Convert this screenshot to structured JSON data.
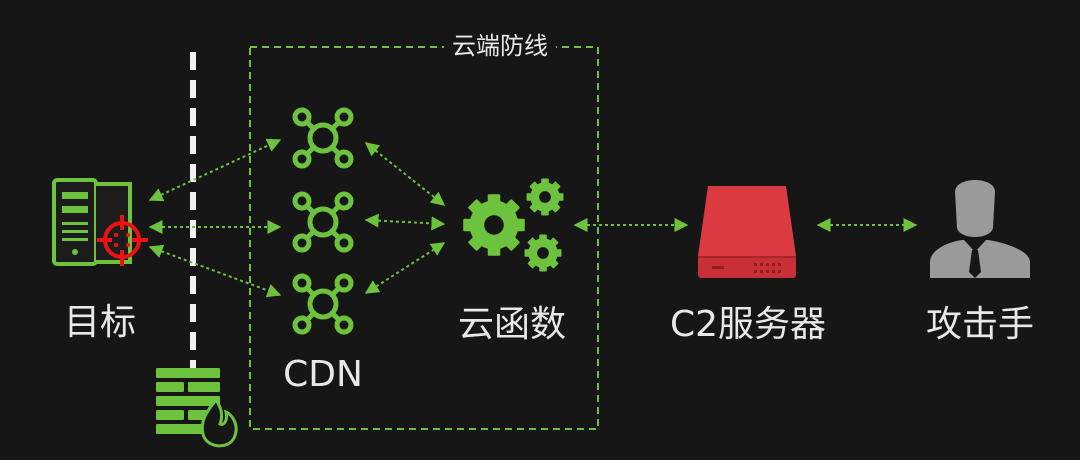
{
  "zone": {
    "title": "云端防线"
  },
  "nodes": {
    "target": "目标",
    "cdn": "CDN",
    "cloud_function": "云函数",
    "c2_server": "C2服务器",
    "attacker": "攻击手"
  },
  "icons": {
    "target": "server-tower-icon",
    "crosshair": "crosshair-icon",
    "firewall": "firewall-icon",
    "cdn": "network-node-icon",
    "cloud_function": "gears-icon",
    "c2_server": "server-box-icon",
    "attacker": "user-icon"
  },
  "colors": {
    "background": "#161616",
    "accent_green": "#6dc23e",
    "server_red": "#dc3a41",
    "crosshair_red": "#ee1111",
    "attacker_gray": "#9a9a9a",
    "text": "#e8e8e8"
  }
}
